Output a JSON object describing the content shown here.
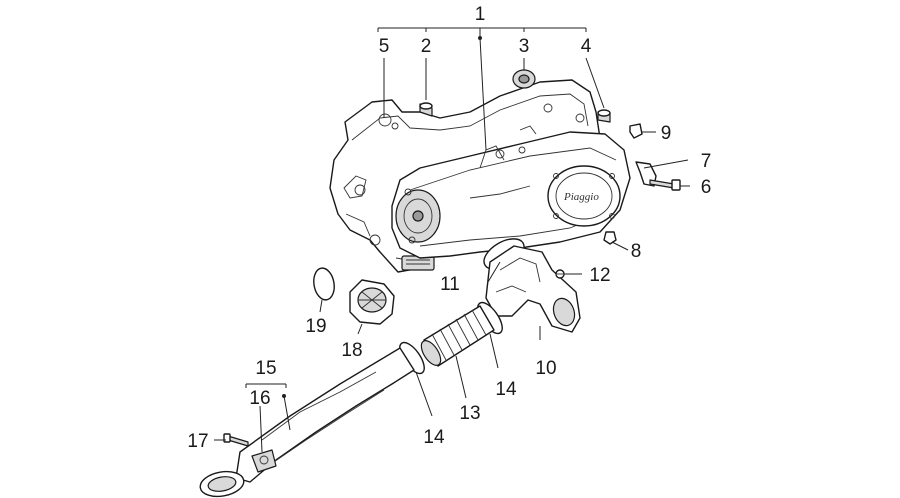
{
  "callouts": [
    {
      "id": "1",
      "label": "1"
    },
    {
      "id": "2",
      "label": "2"
    },
    {
      "id": "3",
      "label": "3"
    },
    {
      "id": "4",
      "label": "4"
    },
    {
      "id": "5",
      "label": "5"
    },
    {
      "id": "6",
      "label": "6"
    },
    {
      "id": "7",
      "label": "7"
    },
    {
      "id": "8",
      "label": "8"
    },
    {
      "id": "9",
      "label": "9"
    },
    {
      "id": "10",
      "label": "10"
    },
    {
      "id": "11",
      "label": "11"
    },
    {
      "id": "12",
      "label": "12"
    },
    {
      "id": "13",
      "label": "13"
    },
    {
      "id": "14a",
      "label": "14"
    },
    {
      "id": "14b",
      "label": "14"
    },
    {
      "id": "15",
      "label": "15"
    },
    {
      "id": "16",
      "label": "16"
    },
    {
      "id": "17",
      "label": "17"
    },
    {
      "id": "18",
      "label": "18"
    },
    {
      "id": "19",
      "label": "19"
    }
  ],
  "logo_text": "Piaggio",
  "colors": {
    "line": "#1a1a1a",
    "shade": "#d9d9d9",
    "background": "#ffffff"
  }
}
